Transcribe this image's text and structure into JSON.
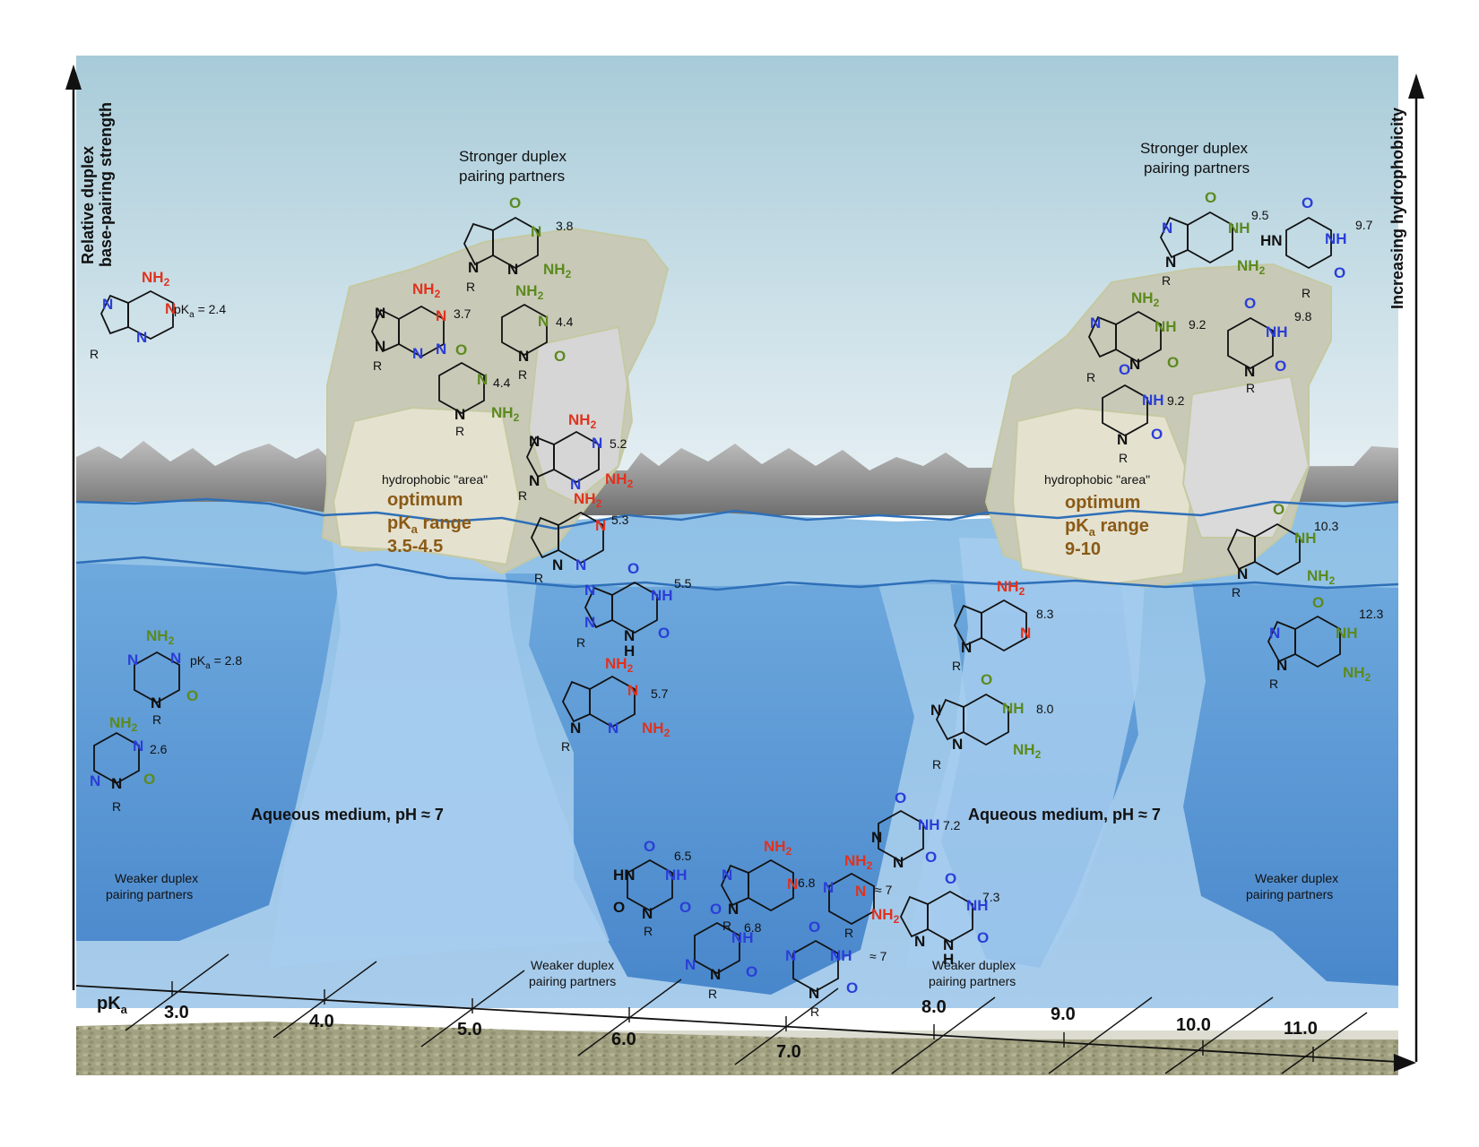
{
  "axes": {
    "y_left_title_line1": "Relative duplex",
    "y_left_title_line2": "base-pairing strength",
    "y_right_title": "Increasing hydrophobicity",
    "x_title": "pK",
    "x_title_sub": "a",
    "ticks": [
      "3.0",
      "4.0",
      "5.0",
      "6.0",
      "7.0",
      "8.0",
      "9.0",
      "10.0",
      "11.0"
    ]
  },
  "labels": {
    "stronger_left_1": "Stronger duplex",
    "stronger_left_2": "pairing partners",
    "stronger_right_1": "Stronger duplex",
    "stronger_right_2": "pairing partners",
    "hydrophobic_left": "hydrophobic \"area\"",
    "hydrophobic_right": "hydrophobic \"area\"",
    "optimum_left_1": "optimum",
    "optimum_left_2": "pK",
    "optimum_left_2b": "a",
    "optimum_left_2c": " range",
    "optimum_left_3": "3.5-4.5",
    "optimum_right_1": "optimum",
    "optimum_right_2": "pK",
    "optimum_right_2b": "a",
    "optimum_right_2c": " range",
    "optimum_right_3": "9-10",
    "aqueous_left": "Aqueous medium, pH ≈ 7",
    "aqueous_right": "Aqueous medium, pH ≈ 7",
    "weaker_left_1": "Weaker duplex",
    "weaker_left_2": "pairing partners",
    "weaker_mid1_1": "Weaker duplex",
    "weaker_mid1_2": "pairing partners",
    "weaker_mid2_1": "Weaker duplex",
    "weaker_mid2_2": "pairing partners",
    "weaker_right_1": "Weaker duplex",
    "weaker_right_2": "pairing partners"
  },
  "pka_values": {
    "m24": "= 2.4",
    "m28": "= 2.8",
    "m26": "2.6",
    "m38": "3.8",
    "m37": "3.7",
    "m44a": "4.4",
    "m44b": "4.4",
    "m52": "5.2",
    "m53": "5.3",
    "m55": "5.5",
    "m57": "5.7",
    "m65": "6.5",
    "m68a": "6.8",
    "m68b": "6.8",
    "m7a": "≈ 7",
    "m7b": "≈ 7",
    "m72": "7.2",
    "m73": "7.3",
    "m80": "8.0",
    "m83": "8.3",
    "m92a": "9.2",
    "m92b": "9.2",
    "m95": "9.5",
    "m97": "9.7",
    "m98": "9.8",
    "m103": "10.3",
    "m123": "12.3"
  },
  "atoms": {
    "nh2": "NH",
    "two": "2",
    "o": "O",
    "n": "N",
    "nh": "NH",
    "hn": "HN",
    "r": "R",
    "h": "H",
    "pk": "pK",
    "a": "a"
  },
  "colors": {
    "sky_top": "#cfe4ec",
    "sky_bottom": "#e7f1f5",
    "water_light": "#a9cbe8",
    "water_dark": "#4f8ed0",
    "rock": "#8d8d8d",
    "island": "#d7d8c6",
    "island_edge": "#c5c9a2",
    "ground": "#a9a98a",
    "green": "#5c8a1e",
    "red": "#e0321e",
    "blue": "#2a3ed8",
    "optimum_text": "#8a5a16"
  }
}
